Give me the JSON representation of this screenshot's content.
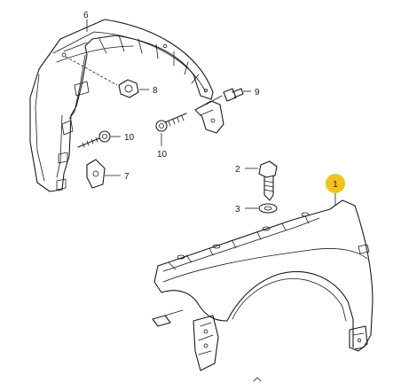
{
  "callouts": [
    {
      "id": "1",
      "label": "1",
      "highlight": true
    },
    {
      "id": "2",
      "label": "2"
    },
    {
      "id": "3",
      "label": "3"
    },
    {
      "id": "6",
      "label": "6"
    },
    {
      "id": "7",
      "label": "7"
    },
    {
      "id": "8",
      "label": "8"
    },
    {
      "id": "9",
      "label": "9"
    },
    {
      "id": "10a",
      "label": "10"
    },
    {
      "id": "10b",
      "label": "10"
    }
  ],
  "colors": {
    "line": "#1a1a1a",
    "highlight": "#f2c21b",
    "background": "#ffffff"
  }
}
